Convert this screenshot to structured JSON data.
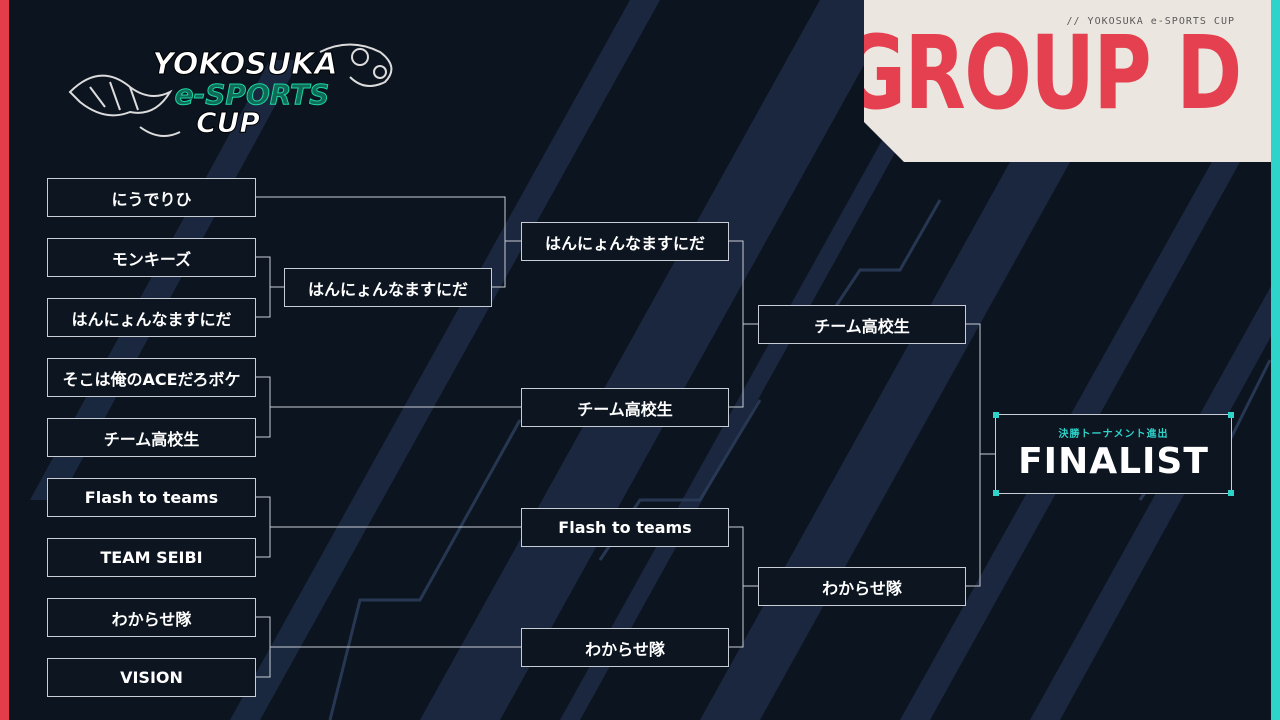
{
  "header": {
    "subtitle": "// YOKOSUKA e-SPORTS CUP",
    "title": "GROUP D"
  },
  "logo": {
    "line1": "YOKOSUKA",
    "line2": "e-SPORTS",
    "line3": "CUP"
  },
  "bracket": {
    "round1": [
      "にうでりひ",
      "モンキーズ",
      "はんにょんなますにだ",
      "そこは俺のACEだろボケ",
      "チーム高校生",
      "Flash to teams",
      "TEAM SEIBI",
      "わからせ隊",
      "VISION"
    ],
    "prelim_winner": "はんにょんなますにだ",
    "round2": [
      "はんにょんなますにだ",
      "チーム高校生",
      "Flash to teams",
      "わからせ隊"
    ],
    "round3": [
      "チーム高校生",
      "わからせ隊"
    ]
  },
  "finalist": {
    "caption": "決勝トーナメント進出",
    "label": "FINALIST"
  },
  "colors": {
    "background": "#0c1420",
    "accent_red": "#e4404f",
    "accent_teal": "#2ed3c9",
    "panel": "#ebe6df",
    "box_border": "#c9ced6"
  }
}
